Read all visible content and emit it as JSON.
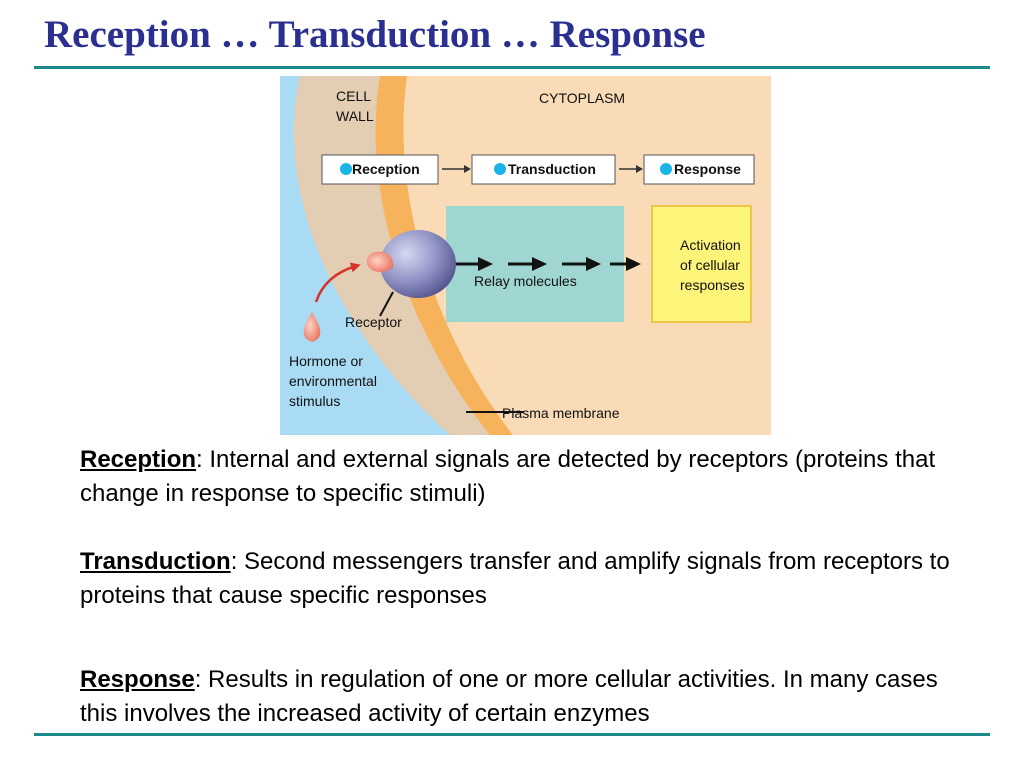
{
  "title": "Reception … Transduction … Response",
  "diagram": {
    "cell_wall_label": [
      "CELL",
      "WALL"
    ],
    "cytoplasm_label": "CYTOPLASM",
    "stages": [
      "Reception",
      "Transduction",
      "Response"
    ],
    "relay_label": "Relay molecules",
    "activation_label": [
      "Activation",
      "of cellular",
      "responses"
    ],
    "receptor_label": "Receptor",
    "hormone_label": [
      "Hormone or",
      "environmental",
      "stimulus"
    ],
    "membrane_label": "Plasma membrane",
    "colors": {
      "extracellular": "#a9dcf4",
      "cell_wall": "#e3cdb3",
      "membrane": "#f7b35c",
      "cytoplasm": "#f9dbb7",
      "relay_box": "#9fd6d2",
      "activation_box": "#fdf47a",
      "receptor": "#8f91c4",
      "hormone": "#f2907a",
      "stage_dot": "#1ab4e8"
    }
  },
  "paragraphs": [
    {
      "term": "Reception",
      "text": ": Internal and external signals are detected by receptors (proteins that change in response to specific stimuli)"
    },
    {
      "term": "Transduction",
      "text": ": Second messengers transfer and amplify signals from receptors to proteins that cause specific responses"
    },
    {
      "term": "Response",
      "text": ": Results in regulation of one or more cellular activities. In many cases this involves the increased activity of certain enzymes"
    }
  ]
}
